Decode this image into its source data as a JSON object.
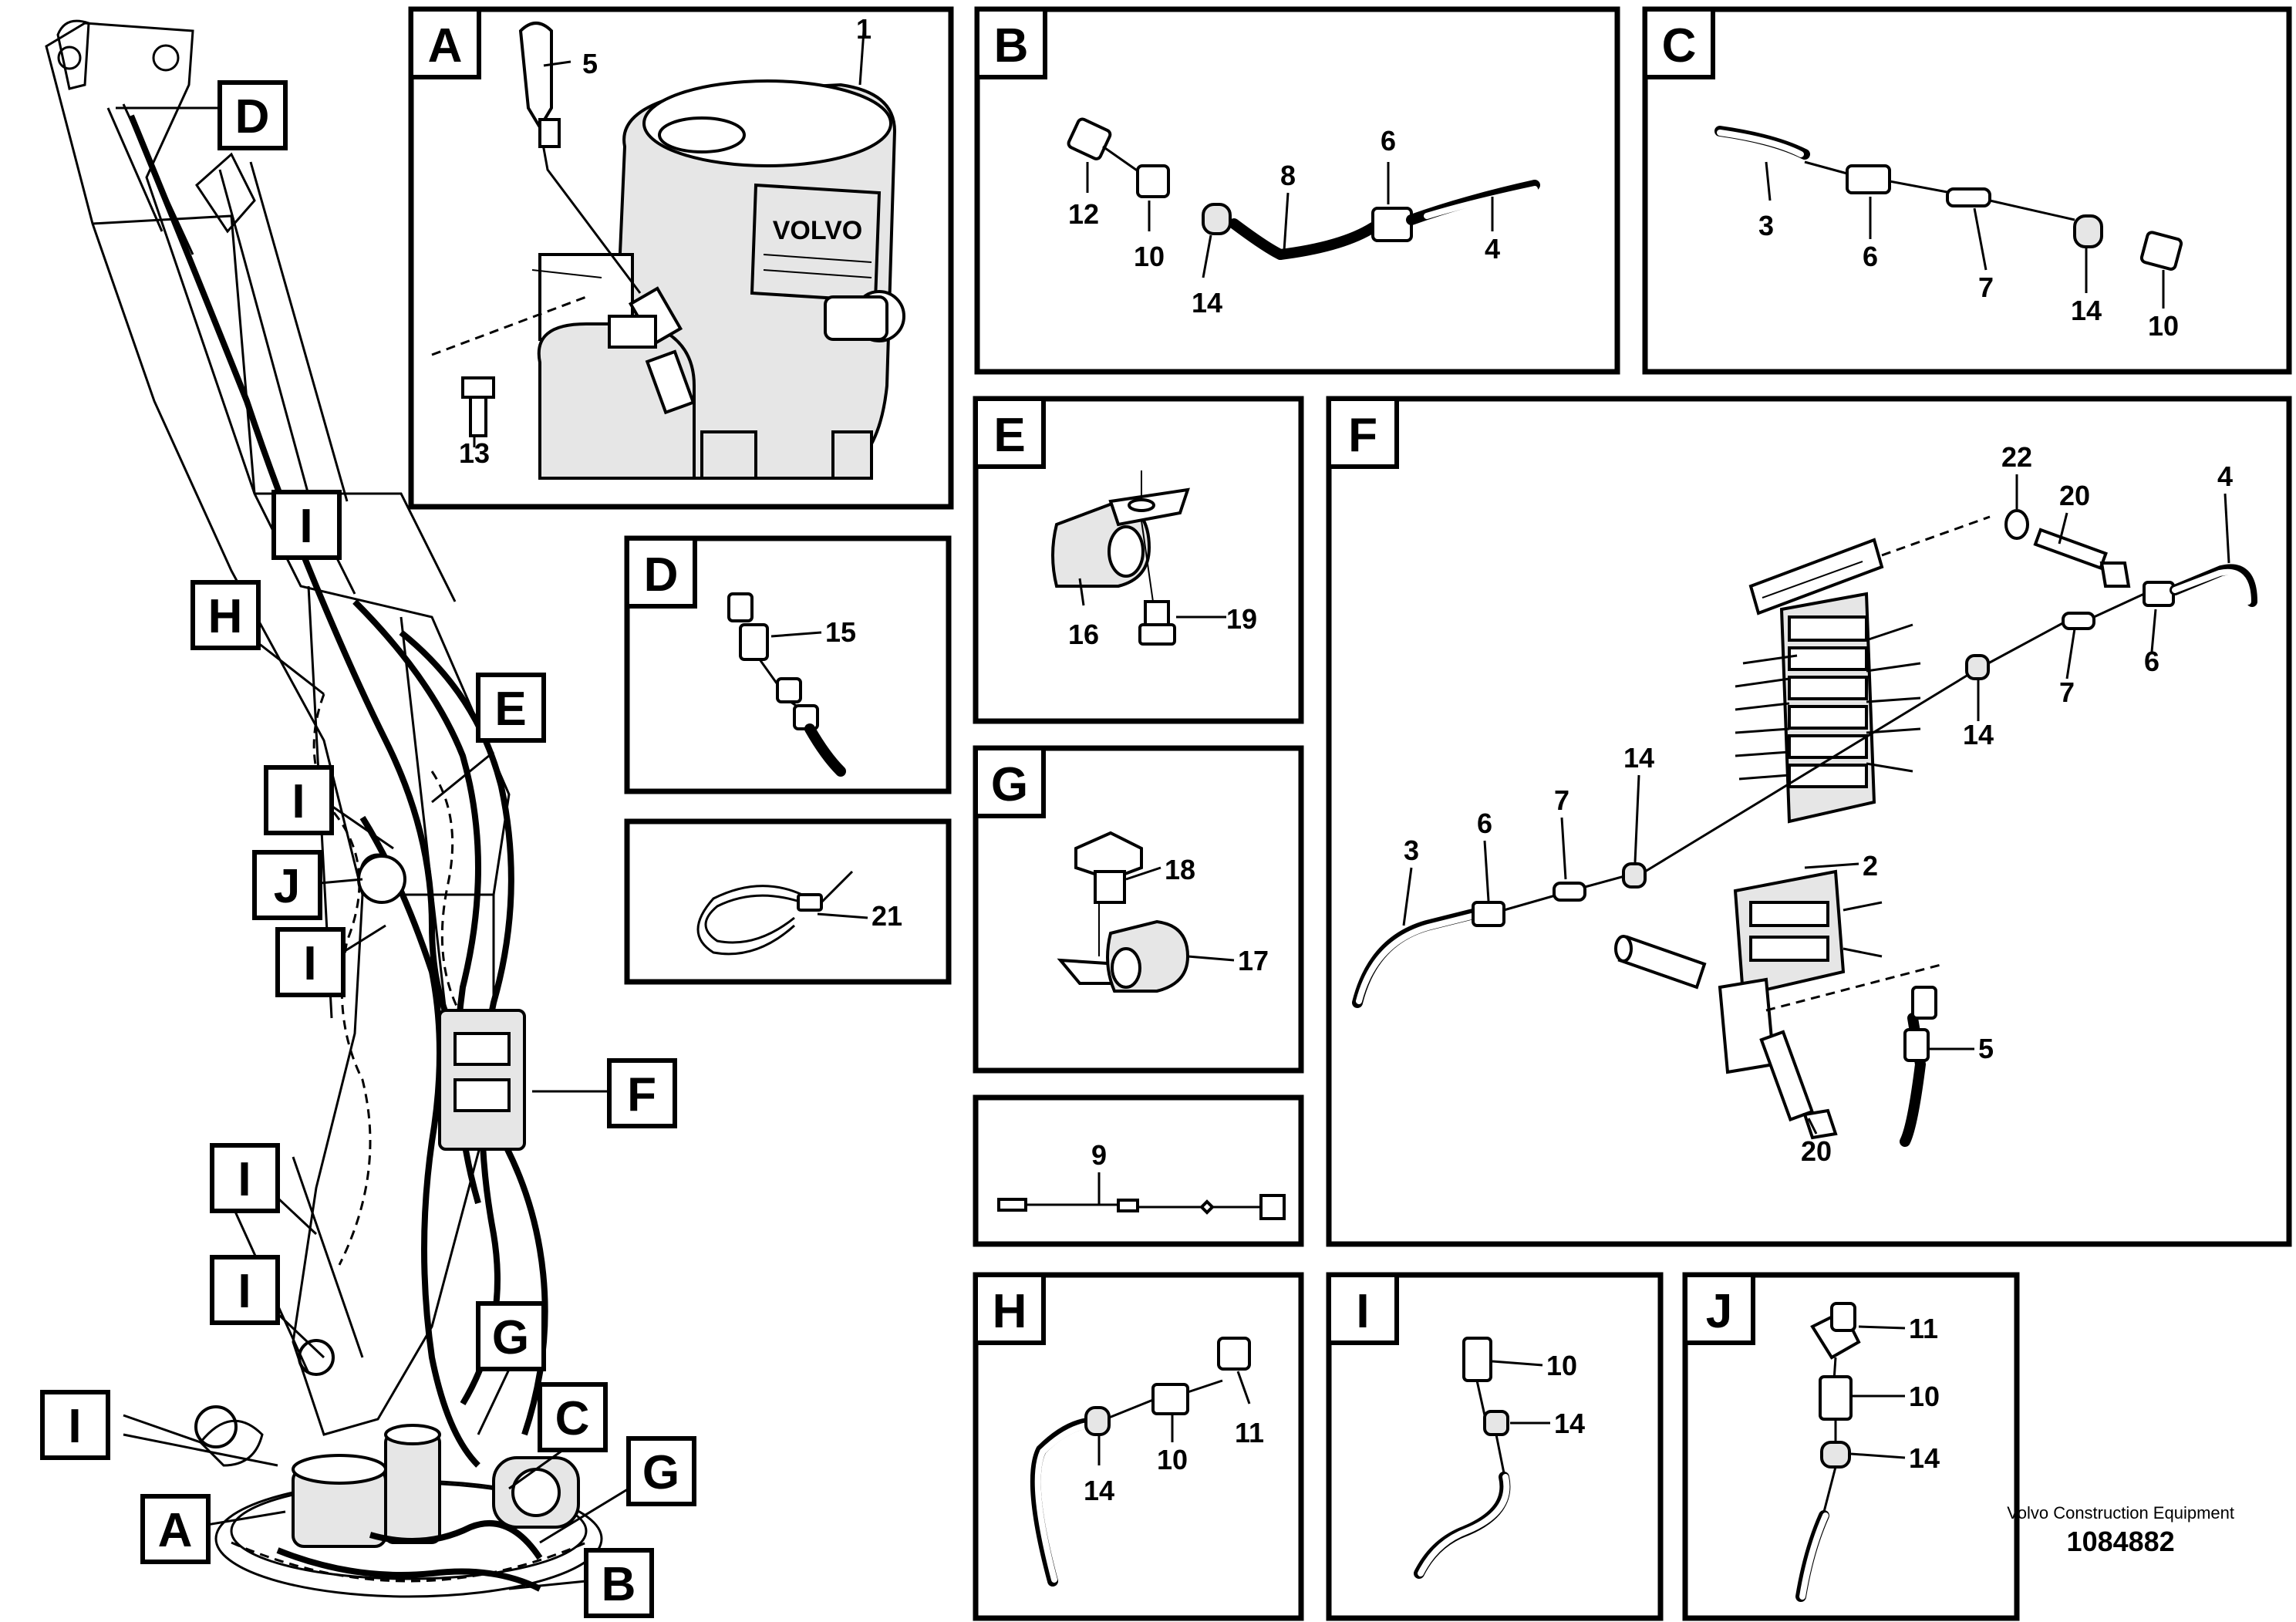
{
  "overview": {
    "labels": [
      "D",
      "I",
      "H",
      "E",
      "I",
      "J",
      "I",
      "F",
      "I",
      "I",
      "G",
      "I",
      "C",
      "G",
      "A",
      "B"
    ]
  },
  "panels": {
    "A": {
      "letter": "A",
      "callouts": [
        "5",
        "1",
        "13"
      ],
      "brand": "VOLVO"
    },
    "B": {
      "letter": "B",
      "callouts": [
        "12",
        "10",
        "14",
        "8",
        "6",
        "4"
      ]
    },
    "C": {
      "letter": "C",
      "callouts": [
        "3",
        "6",
        "7",
        "14",
        "10"
      ]
    },
    "D": {
      "letter": "D",
      "callouts": [
        "15"
      ]
    },
    "E": {
      "letter": "E",
      "callouts": [
        "16",
        "19"
      ]
    },
    "F": {
      "letter": "F",
      "callouts": [
        "22",
        "20",
        "4",
        "6",
        "7",
        "14",
        "14",
        "7",
        "6",
        "3",
        "2",
        "5",
        "20"
      ]
    },
    "G": {
      "letter": "G",
      "callouts": [
        "18",
        "17"
      ]
    },
    "unlabeled": {
      "callouts": [
        "21"
      ]
    },
    "nine": {
      "callouts": [
        "9"
      ]
    },
    "H": {
      "letter": "H",
      "callouts": [
        "14",
        "10",
        "11"
      ]
    },
    "I": {
      "letter": "I",
      "callouts": [
        "10",
        "14"
      ]
    },
    "J": {
      "letter": "J",
      "callouts": [
        "11",
        "10",
        "14"
      ]
    }
  },
  "footer": {
    "company": "Volvo Construction Equipment",
    "doc_number": "1084882"
  }
}
